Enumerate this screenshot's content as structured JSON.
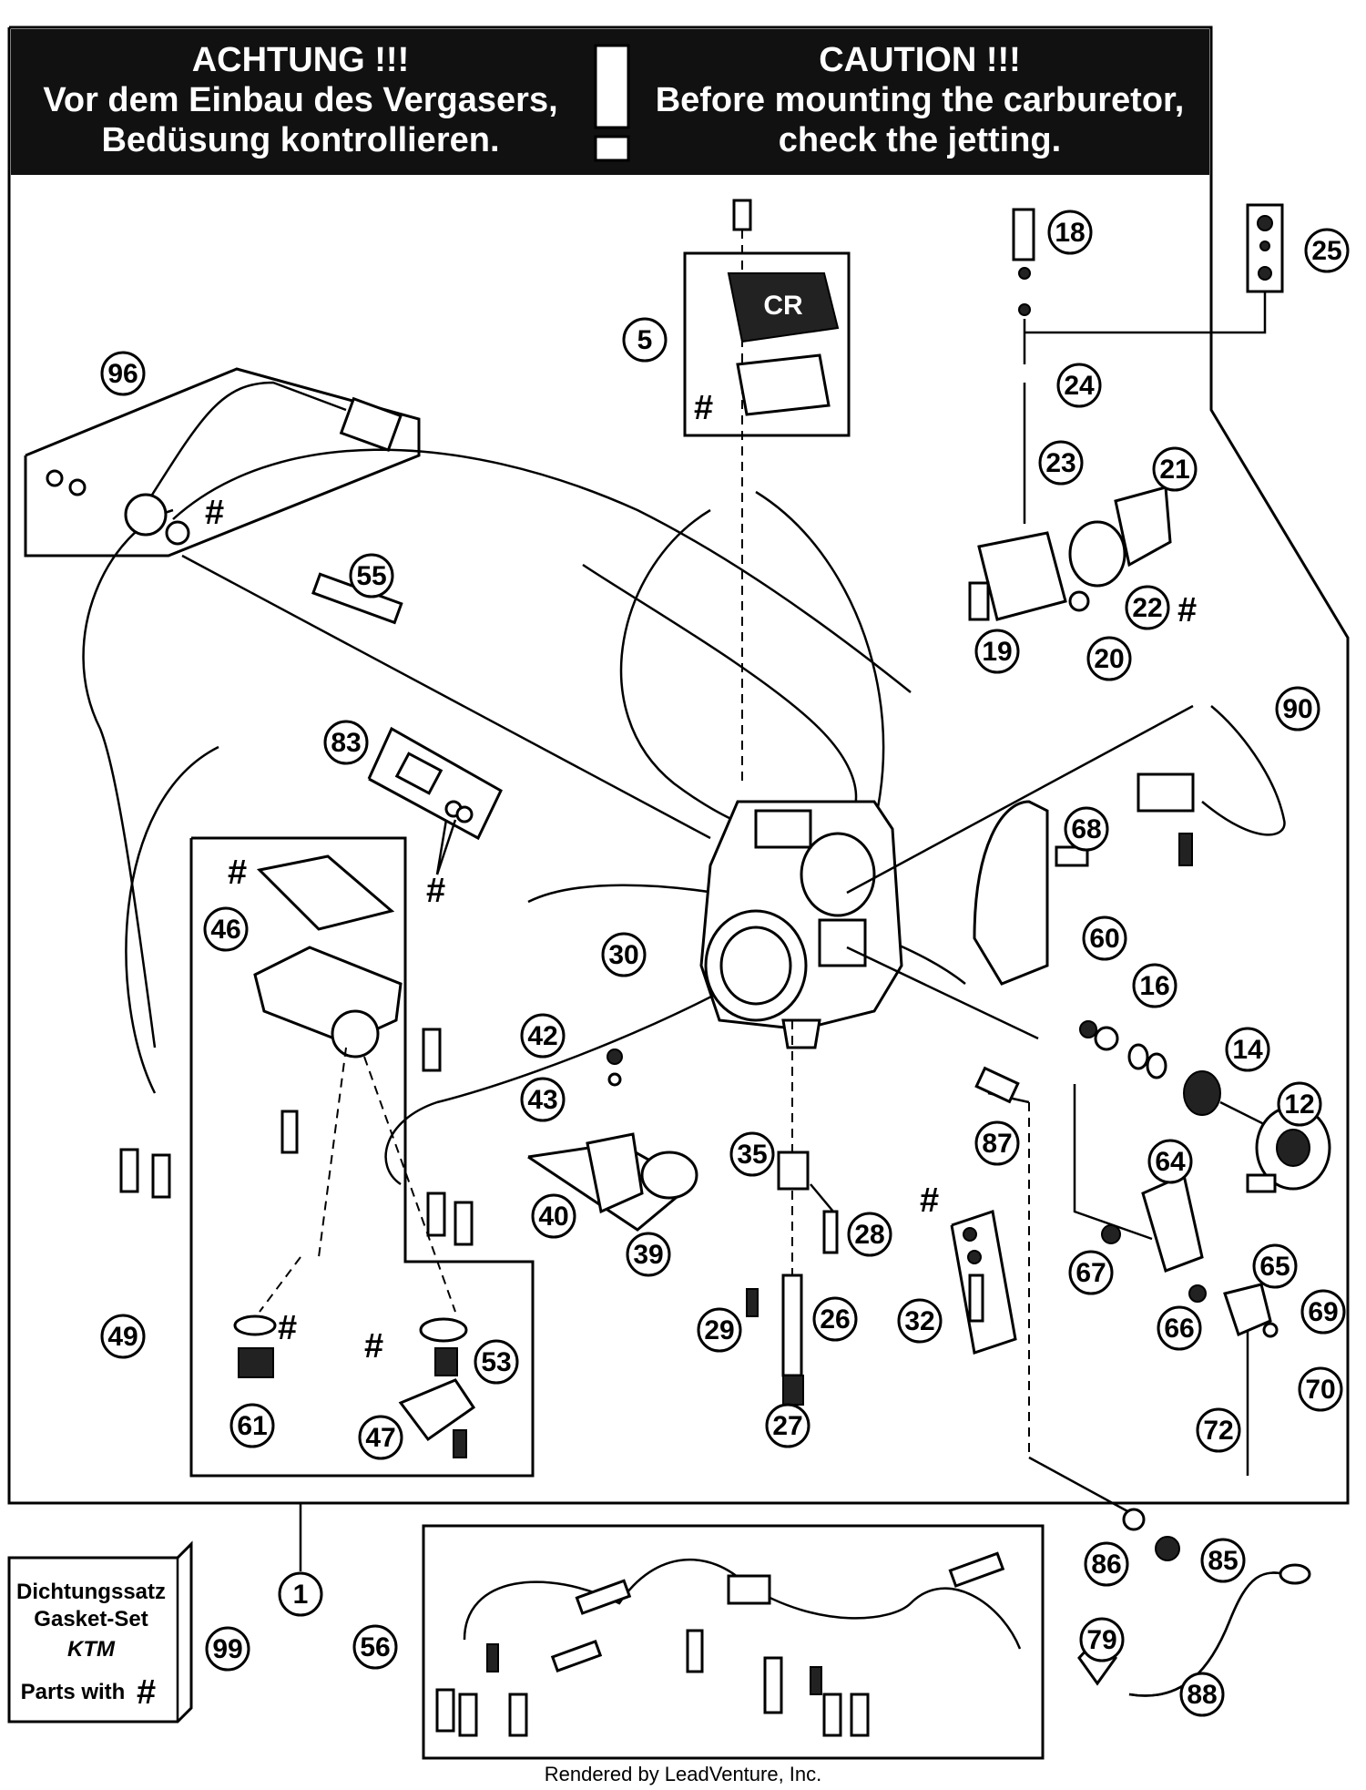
{
  "banner": {
    "left_title": "ACHTUNG !!!",
    "left_line1": "Vor dem Einbau des Vergasers,",
    "left_line2": "Bedüsung kontrollieren.",
    "right_title": "CAUTION !!!",
    "right_line1": "Before mounting the carburetor,",
    "right_line2": "check the jetting.",
    "icon": "exclamation-icon"
  },
  "hash_symbol": "#",
  "callouts": [
    "1",
    "5",
    "12",
    "14",
    "16",
    "18",
    "19",
    "20",
    "21",
    "22",
    "23",
    "24",
    "25",
    "26",
    "27",
    "28",
    "29",
    "30",
    "32",
    "35",
    "39",
    "40",
    "42",
    "43",
    "46",
    "47",
    "49",
    "53",
    "55",
    "56",
    "60",
    "61",
    "64",
    "65",
    "66",
    "67",
    "68",
    "69",
    "70",
    "72",
    "79",
    "83",
    "85",
    "86",
    "87",
    "88",
    "90",
    "96",
    "99"
  ],
  "gasket_set": {
    "line1": "Dichtungssatz",
    "line2": "Gasket-Set",
    "brand": "KTM",
    "line3": "Parts with",
    "symbol": "#"
  },
  "cover_plate_text": "CR",
  "footer": "Rendered by LeadVenture, Inc."
}
